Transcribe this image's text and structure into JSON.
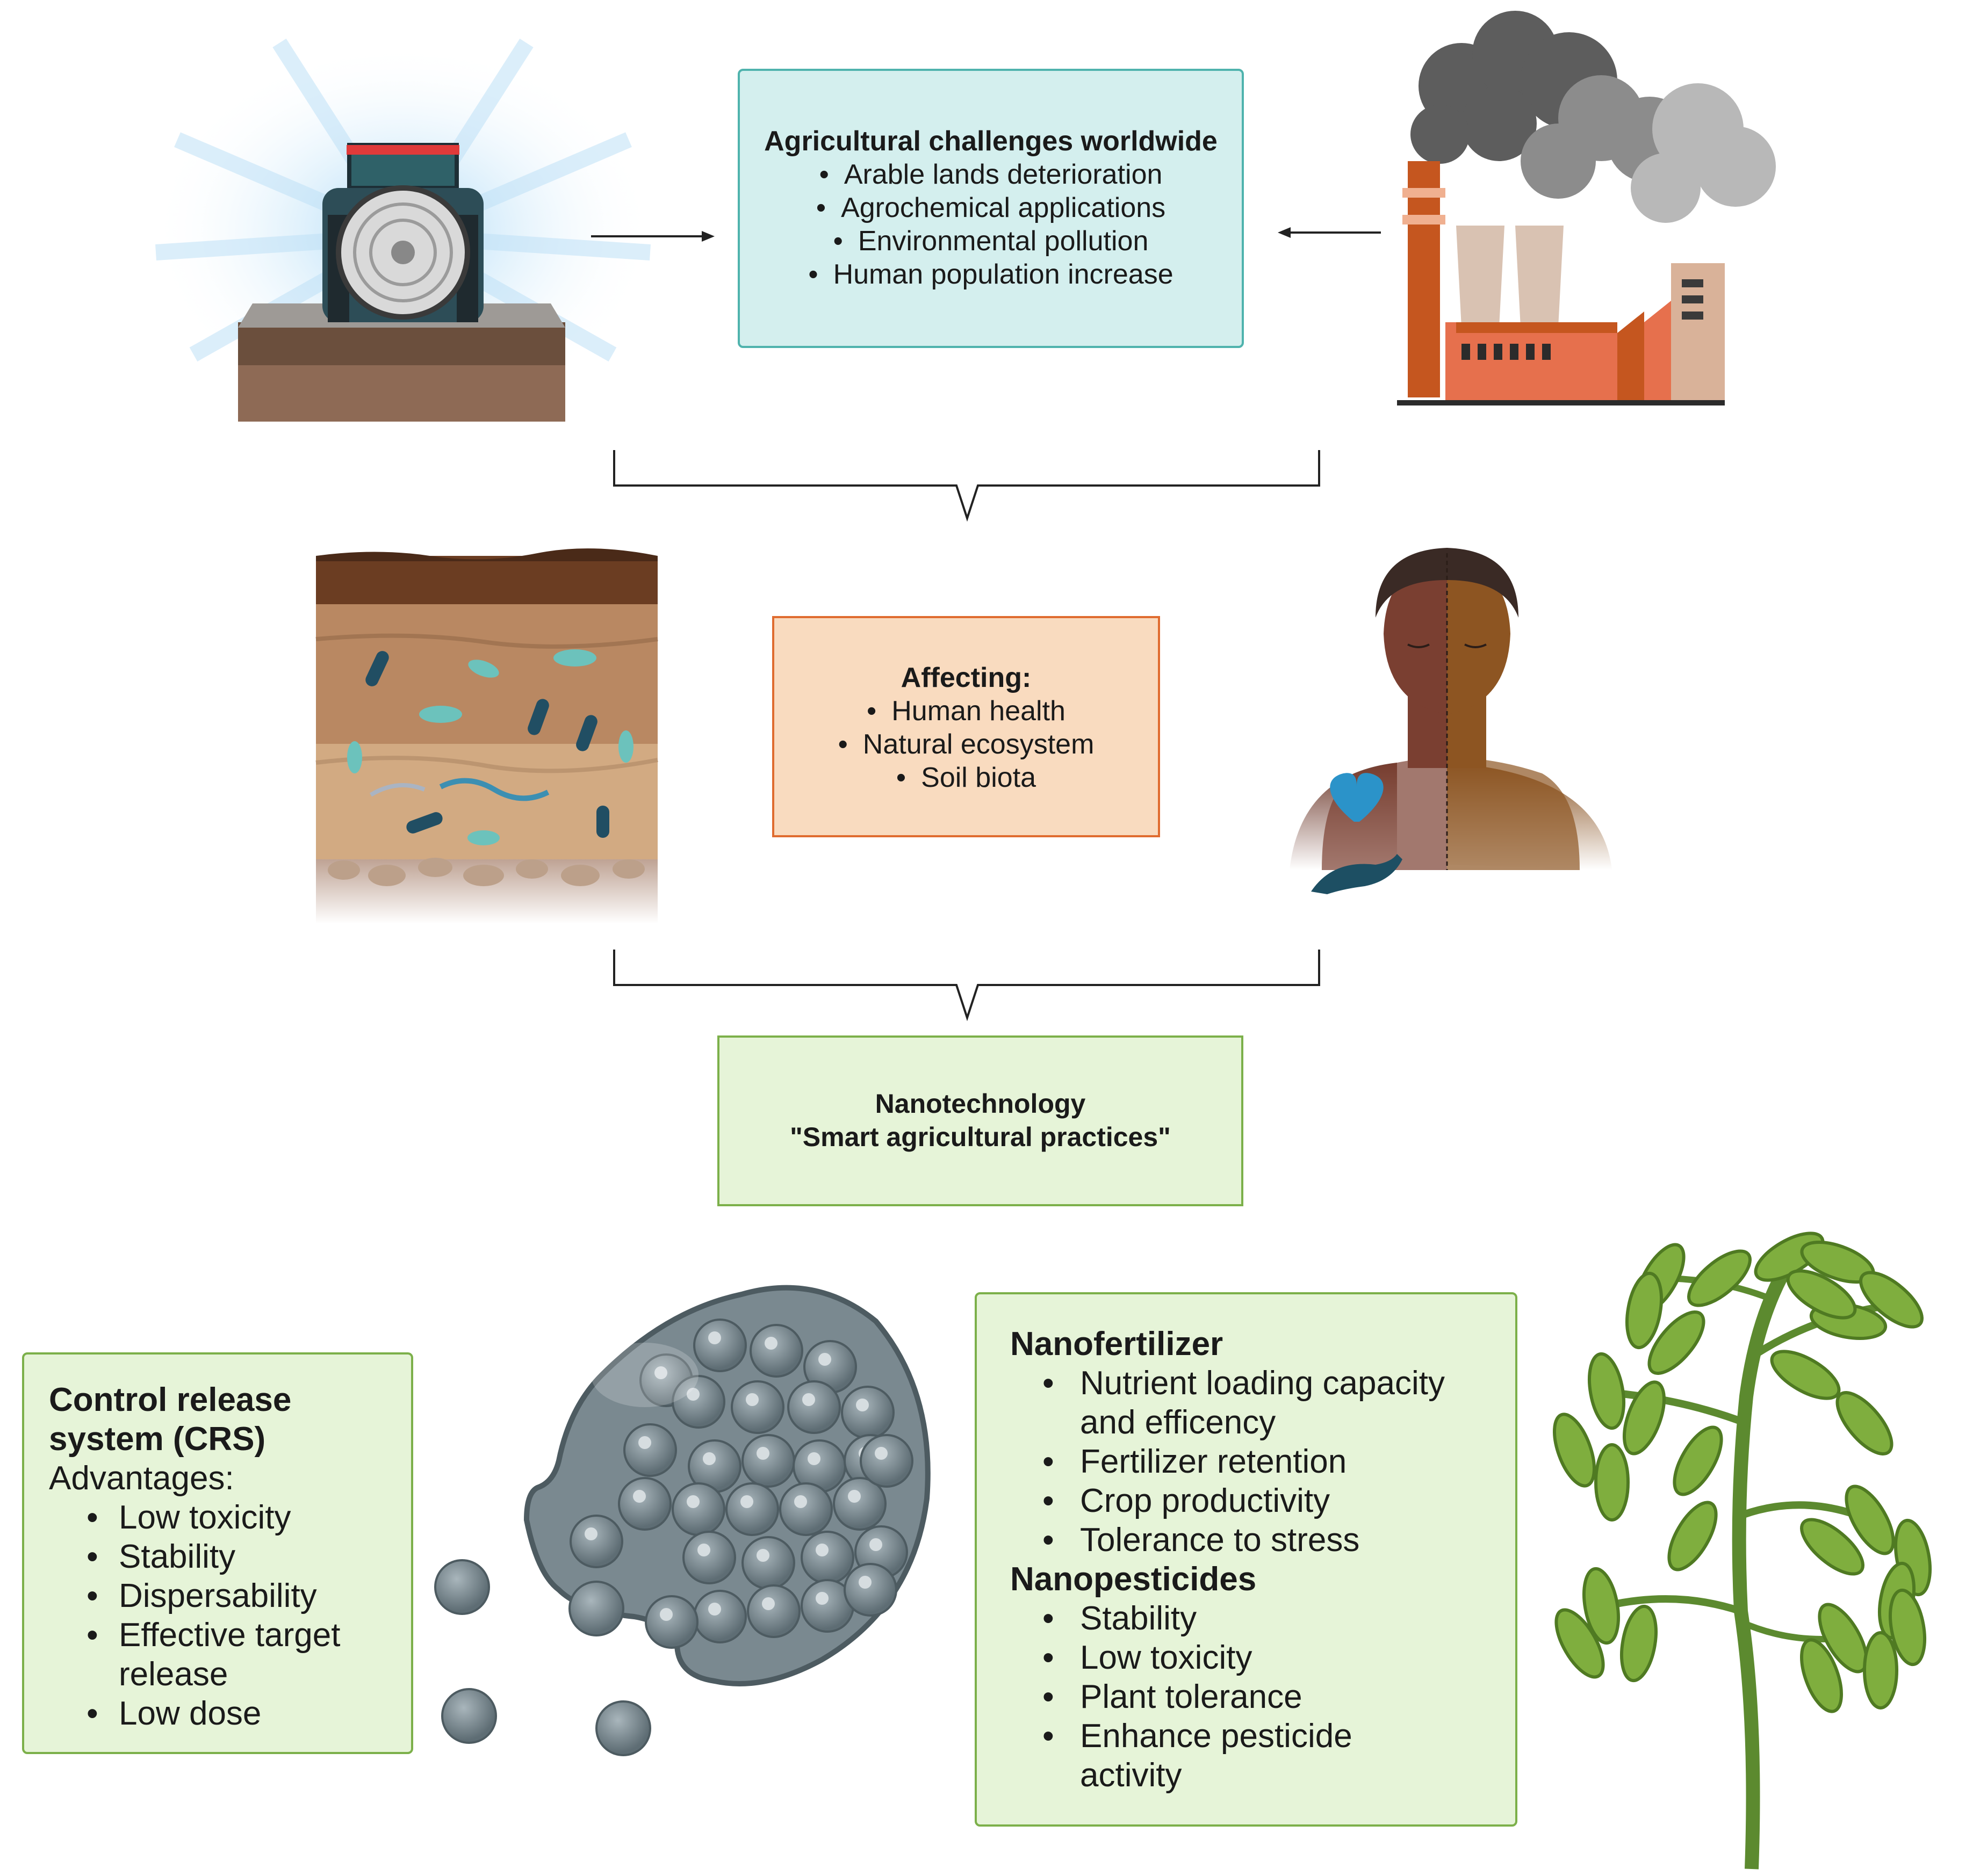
{
  "challenges": {
    "title": "Agricultural challenges worldwide",
    "items": [
      "Arable lands deterioration",
      "Agrochemical applications",
      "Environmental pollution",
      "Human population increase"
    ]
  },
  "affecting": {
    "title": "Affecting:",
    "items": [
      "Human health",
      "Natural ecosystem",
      "Soil biota"
    ]
  },
  "nanotech": {
    "line1": "Nanotechnology",
    "line2": "\"Smart agricultural practices\""
  },
  "crs": {
    "title_line1": "Control release",
    "title_line2": "system (CRS)",
    "subtitle": "Advantages:",
    "items": [
      "Low toxicity",
      "Stability",
      "Dispersability",
      "Effective target release",
      "Low dose"
    ]
  },
  "nanofertilizer": {
    "title": "Nanofertilizer",
    "items": [
      "Nutrient loading capacity and efficency",
      "Fertilizer retention",
      "Crop productivity",
      "Tolerance to stress"
    ]
  },
  "nanopesticides": {
    "title": "Nanopesticides",
    "items": [
      "Stability",
      "Low toxicity",
      "Plant tolerance",
      "Enhance pesticide activity"
    ]
  },
  "icons": {
    "tractor": "tractor-icon",
    "factory": "factory-icon",
    "soil": "soil-microbes-icon",
    "human": "human-head-icon",
    "heart_hand": "heart-hand-icon",
    "nanocapsule": "nanocapsule-icon",
    "plant": "tomato-plant-icon"
  },
  "colors": {
    "challenges_fill": "#d4efee",
    "challenges_border": "#4fb3ad",
    "affecting_fill": "#f9dbbf",
    "affecting_border": "#e06c30",
    "green_fill": "#e6f4d8",
    "green_border": "#7cb04a"
  }
}
